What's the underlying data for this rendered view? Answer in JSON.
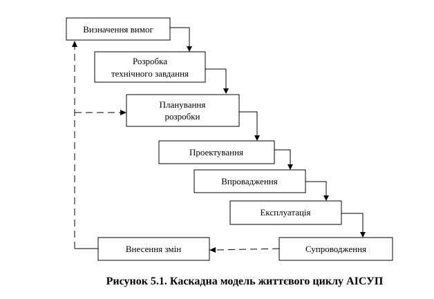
{
  "diagram": {
    "stages": [
      {
        "id": "requirements",
        "lines": [
          "Визначення вимог"
        ]
      },
      {
        "id": "spec",
        "lines": [
          "Розробка",
          "технічного завдання"
        ]
      },
      {
        "id": "planning",
        "lines": [
          "Планування",
          "розробки"
        ]
      },
      {
        "id": "design",
        "lines": [
          "Проектування"
        ]
      },
      {
        "id": "deployment",
        "lines": [
          "Впровадження"
        ]
      },
      {
        "id": "operation",
        "lines": [
          "Експлуатація"
        ]
      },
      {
        "id": "support",
        "lines": [
          "Супроводження"
        ]
      },
      {
        "id": "changes",
        "lines": [
          "Внесення змін"
        ]
      }
    ],
    "caption": "Рисунок 5.1. Каскадна модель життєвого циклу АІСУП",
    "colors": {
      "stroke": "#000000",
      "fill": "#ffffff",
      "text": "#000000"
    }
  }
}
